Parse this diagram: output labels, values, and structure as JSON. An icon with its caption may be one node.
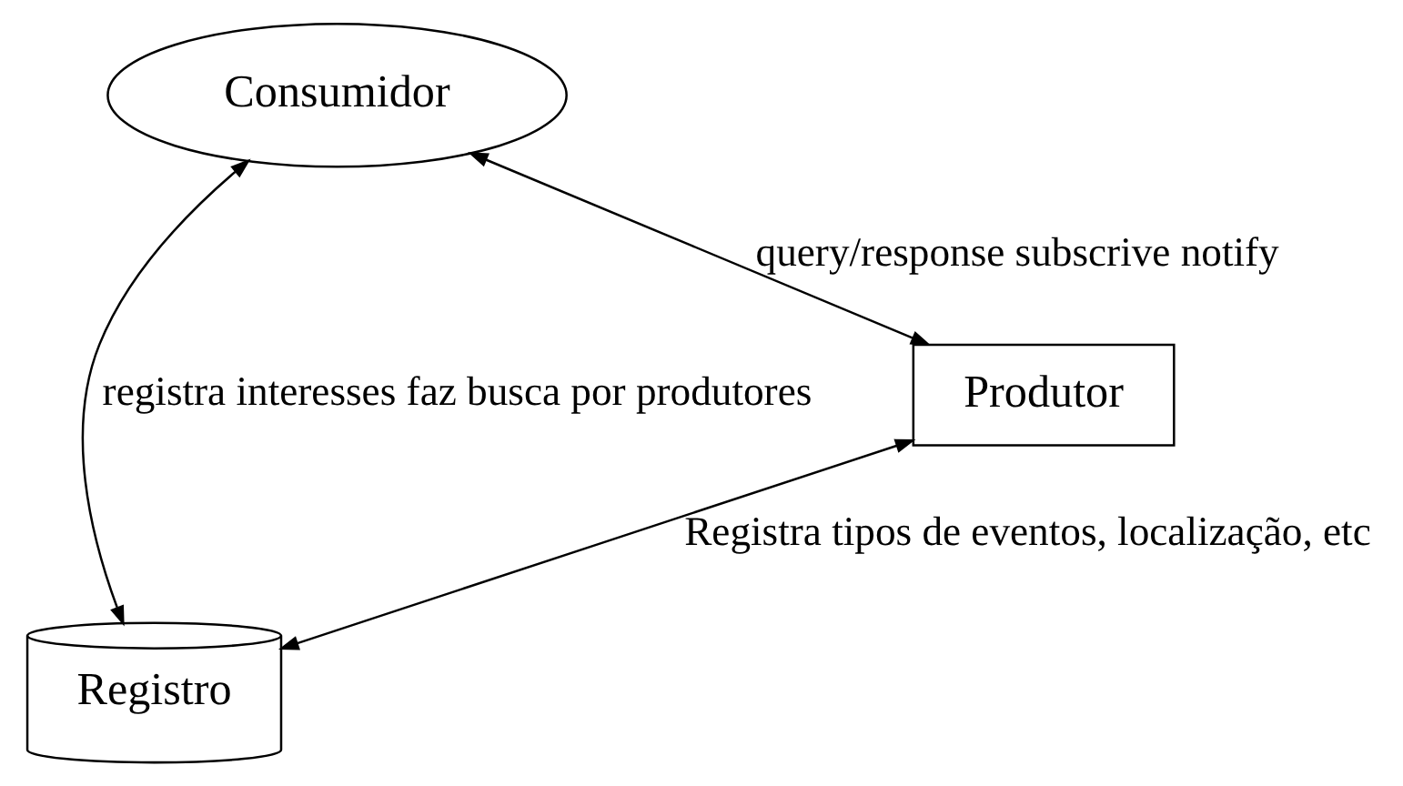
{
  "diagram": {
    "nodes": [
      {
        "text": [
          "Consumidor"
        ]
      },
      {
        "text": [
          "Registro"
        ]
      },
      {
        "text": [
          "Produtor"
        ]
      }
    ],
    "edges": [
      {
        "from": 0,
        "to": 1,
        "arrow": "both",
        "label": "registra interesses faz busca por produtores"
      },
      {
        "from": 0,
        "to": 2,
        "arrow": "both",
        "label": "query/response subscrive notify"
      },
      {
        "from": 2,
        "to": 1,
        "arrow": "both",
        "label": "Registra tipos de eventos, localização, etc"
      }
    ]
  }
}
